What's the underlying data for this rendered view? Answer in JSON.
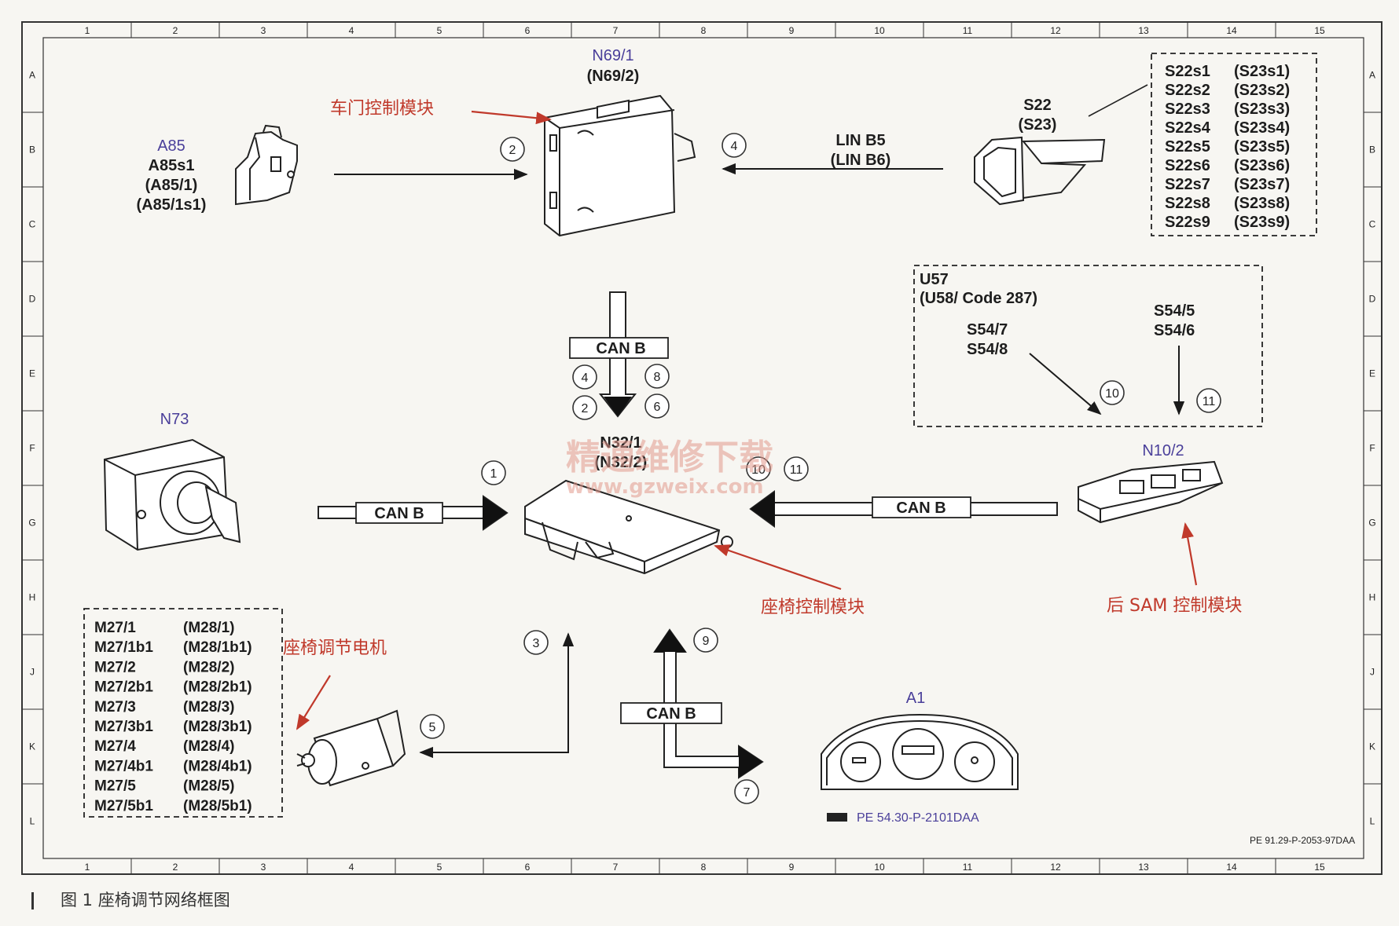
{
  "grid": {
    "cols": [
      "1",
      "2",
      "3",
      "4",
      "5",
      "6",
      "7",
      "8",
      "9",
      "10",
      "11",
      "12",
      "13",
      "14",
      "15"
    ],
    "rows": [
      "A",
      "B",
      "C",
      "D",
      "E",
      "F",
      "G",
      "H",
      "J",
      "K",
      "L"
    ]
  },
  "components": {
    "n69": {
      "label1": "N69/1",
      "label2": "(N69/2)"
    },
    "a85": {
      "label1": "A85",
      "label2": "A85s1",
      "label3": "(A85/1)",
      "label4": "(A85/1s1)"
    },
    "s22": {
      "label1": "S22",
      "label2": "(S23)"
    },
    "s22_list": [
      {
        "a": "S22s1",
        "b": "(S23s1)"
      },
      {
        "a": "S22s2",
        "b": "(S23s2)"
      },
      {
        "a": "S22s3",
        "b": "(S23s3)"
      },
      {
        "a": "S22s4",
        "b": "(S23s4)"
      },
      {
        "a": "S22s5",
        "b": "(S23s5)"
      },
      {
        "a": "S22s6",
        "b": "(S23s6)"
      },
      {
        "a": "S22s7",
        "b": "(S23s7)"
      },
      {
        "a": "S22s8",
        "b": "(S23s8)"
      },
      {
        "a": "S22s9",
        "b": "(S23s9)"
      }
    ],
    "lin": {
      "label1": "LIN B5",
      "label2": "(LIN B6)"
    },
    "u57": {
      "label1": "U57",
      "label2": "(U58/  Code 287)",
      "s547": "S54/7",
      "s548": "S54/8",
      "s545": "S54/5",
      "s546": "S54/6"
    },
    "can_b": "CAN B",
    "n73": "N73",
    "n32": {
      "label1": "N32/1",
      "label2": "(N32/2)"
    },
    "n10": "N10/2",
    "a1": "A1",
    "a1_ref": "PE 54.30-P-2101DAA",
    "m27_list": [
      {
        "a": "M27/1",
        "b": "(M28/1)"
      },
      {
        "a": "M27/1b1",
        "b": "(M28/1b1)"
      },
      {
        "a": "M27/2",
        "b": "(M28/2)"
      },
      {
        "a": "M27/2b1",
        "b": "(M28/2b1)"
      },
      {
        "a": "M27/3",
        "b": "(M28/3)"
      },
      {
        "a": "M27/3b1",
        "b": "(M28/3b1)"
      },
      {
        "a": "M27/4",
        "b": "(M28/4)"
      },
      {
        "a": "M27/4b1",
        "b": "(M28/4b1)"
      },
      {
        "a": "M27/5",
        "b": "(M28/5)"
      },
      {
        "a": "M27/5b1",
        "b": "(M28/5b1)"
      }
    ],
    "doc_ref": "PE 91.29-P-2053-97DAA"
  },
  "annotations": {
    "door_module": "车门控制模块",
    "seat_module": "座椅控制模块",
    "rear_sam": "后 SAM 控制模块",
    "seat_motor": "座椅调节电机"
  },
  "watermark": {
    "line1": "精通维修下载",
    "line2": "www.gzweix.com"
  },
  "circles": [
    "1",
    "2",
    "3",
    "4",
    "5",
    "6",
    "7",
    "8",
    "9",
    "10",
    "11"
  ],
  "caption": "图 1   座椅调节网络框图",
  "colors": {
    "annotation": "#c0392b",
    "label_blue": "#4a3f9a",
    "watermark": "#e39a8e"
  }
}
